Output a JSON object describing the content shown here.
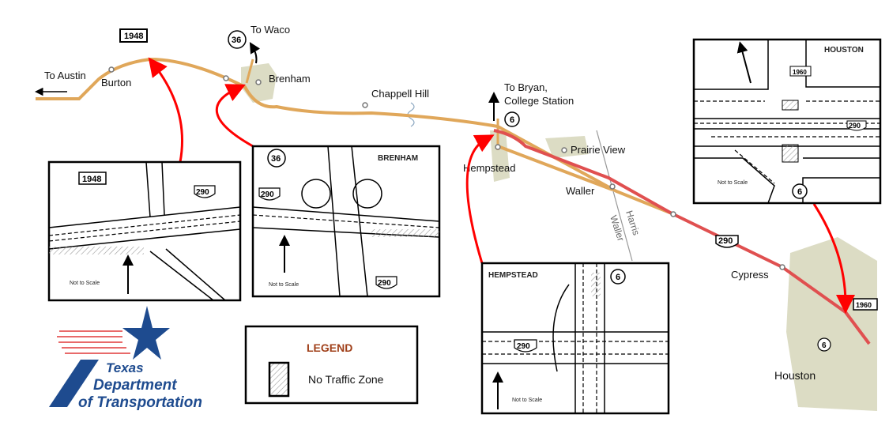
{
  "colors": {
    "old_route": "#e0a75a",
    "new_route": "#e05050",
    "callout": "#ff0000",
    "city_fill": "#dcdcc4",
    "logo_blue": "#1e4b8f",
    "legend_title": "#a0401a"
  },
  "map": {
    "to_austin": "To Austin",
    "burton": "Burton",
    "fm1948": "1948",
    "sh36": "36",
    "to_waco": "To Waco",
    "brenham": "Brenham",
    "chappell_hill": "Chappell Hill",
    "to_bryan_1": "To Bryan,",
    "to_bryan_2": "College Station",
    "sh6": "6",
    "hempstead": "Hempstead",
    "prairie_view": "Prairie View",
    "waller": "Waller",
    "county_harris": "Harris",
    "county_waller": "Waller",
    "us290": "290",
    "cypress": "Cypress",
    "fm1960": "1960",
    "sh6_houston": "6",
    "houston": "Houston"
  },
  "insets": {
    "fm1948": {
      "route": "1948",
      "us290": "290",
      "scale": "Not to Scale"
    },
    "brenham": {
      "title": "BRENHAM",
      "sh36": "36",
      "us290_a": "290",
      "us290_b": "290",
      "scale": "Not to Scale"
    },
    "hempstead": {
      "title": "HEMPSTEAD",
      "sh6": "6",
      "us290": "290",
      "scale": "Not to Scale"
    },
    "houston": {
      "title": "HOUSTON",
      "fm1960": "1960",
      "us290": "290",
      "scale": "Not to Scale",
      "sh6": "6"
    }
  },
  "legend": {
    "title": "LEGEND",
    "item": "No Traffic Zone"
  },
  "logo": {
    "line1": "Texas",
    "line2": "Department",
    "line3": "of Transportation"
  }
}
